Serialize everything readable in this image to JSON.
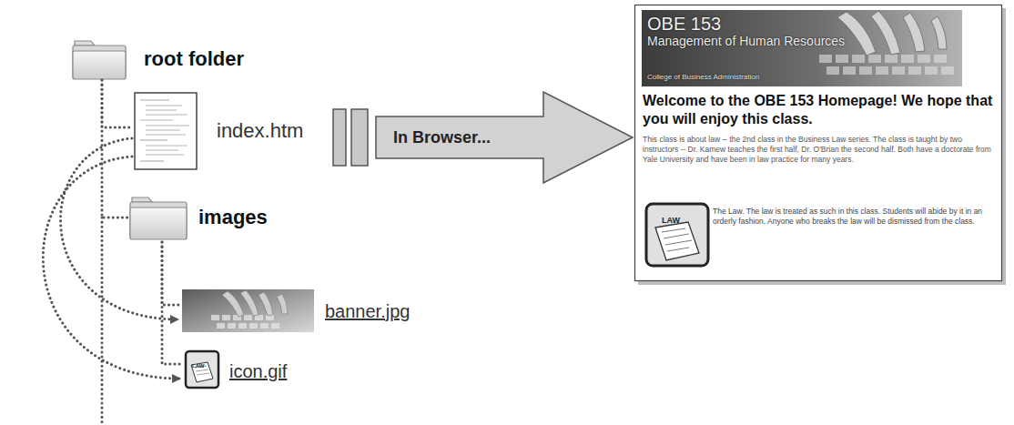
{
  "diagram": {
    "nodes": [
      {
        "text": [
          "root folder"
        ]
      },
      {
        "text": [
          "index.htm"
        ]
      },
      {
        "text": [
          "images"
        ]
      },
      {
        "text": [
          "banner.jpg"
        ]
      },
      {
        "text": [
          "icon.gif"
        ]
      },
      {
        "text": [
          "In Browser..."
        ]
      },
      {
        "text": [
          "Welcome to the OBE 153 Homepage! We hope that you will enjoy this class.",
          "This class is about law -- the 2nd class in the Business Law series. The class is taught by two instructors -- Dr. Kamew teaches the first half, Dr. O'Brian the second half. Both have a doctorate from Yale University and have been in law practice for many years.",
          "The Law. The law is treated as such in this class. Students will abide by it in an orderly fashion. Anyone who breaks the law will be dismissed from the class."
        ]
      },
      {
        "text": [
          "OBE 153",
          "Management of Human Resources",
          "College of Business Administration"
        ],
        "in": 6
      }
    ],
    "edges": [
      {
        "from": 0,
        "to": 1,
        "arrow": "none"
      },
      {
        "from": 0,
        "to": 2,
        "arrow": "none"
      },
      {
        "from": 2,
        "to": 3,
        "arrow": "none"
      },
      {
        "from": 2,
        "to": 4,
        "arrow": "none"
      },
      {
        "from": 1,
        "to": 3,
        "arrow": "to"
      },
      {
        "from": 1,
        "to": 4,
        "arrow": "to"
      }
    ],
    "labels": [
      "LAW",
      "LAW"
    ]
  }
}
